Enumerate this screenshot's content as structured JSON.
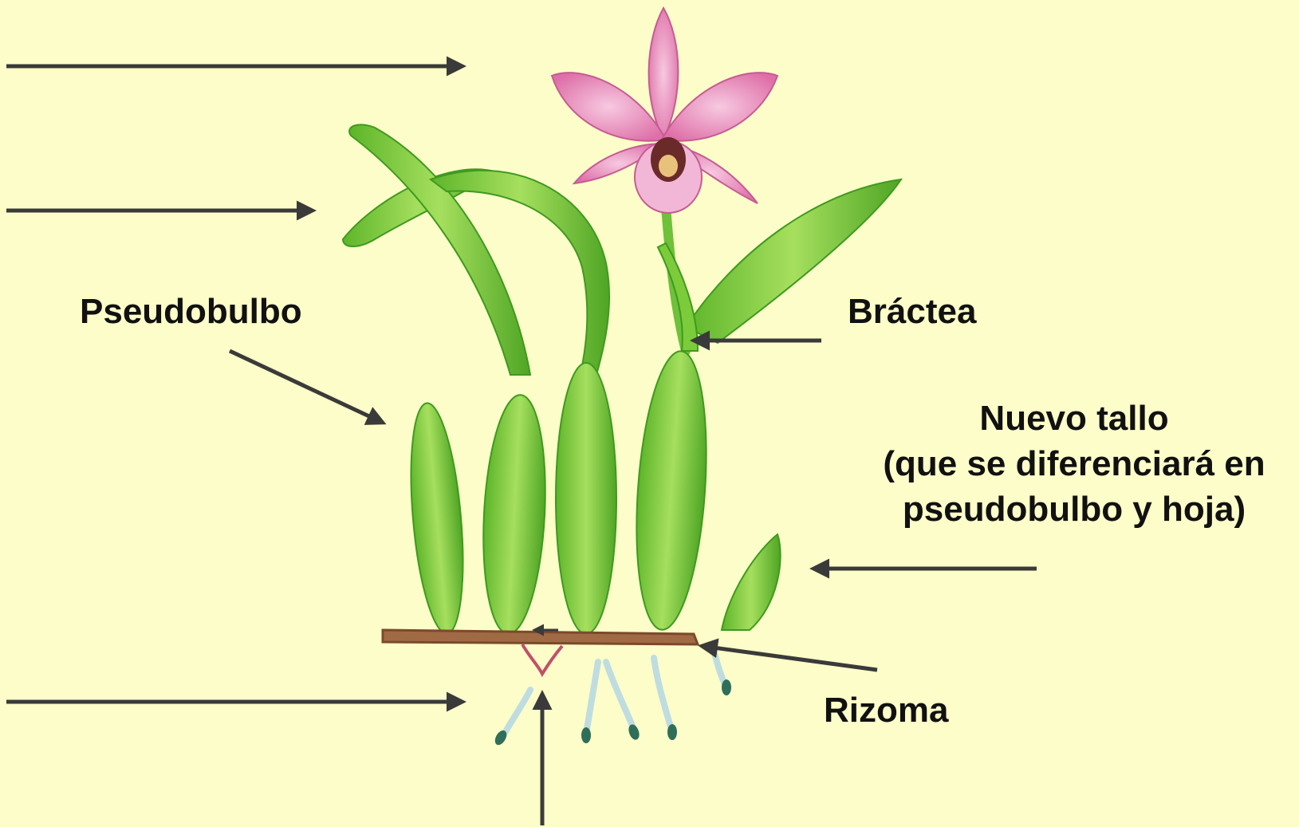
{
  "labels": {
    "pseudobulbo": "Pseudobulbo",
    "bractea": "Bráctea",
    "nuevo_tallo": {
      "line1": "Nuevo tallo",
      "line2": "(que se diferenciará en",
      "line3": "pseudobulbo y hoja)"
    },
    "rizoma": "Rizoma"
  },
  "colors": {
    "background": "#FDFDC9",
    "leaf": "#7CCB3A",
    "leaf_dark": "#3E9A1F",
    "flower": "#E27AAE",
    "flower_light": "#F2B7D6",
    "rhizome": "#8C5A3C",
    "arrow": "#3A3A3A"
  }
}
